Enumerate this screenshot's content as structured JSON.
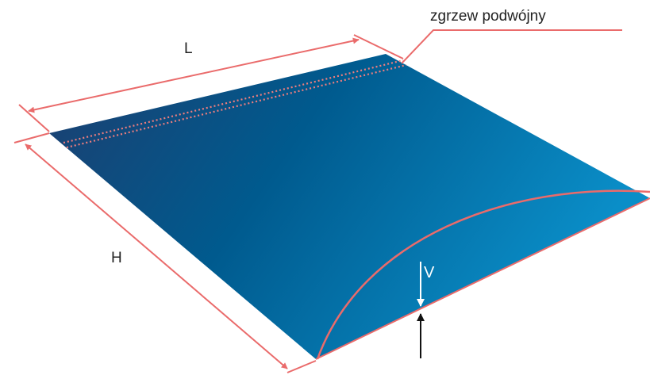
{
  "labels": {
    "weld": "zgrzew podwójny",
    "length": "L",
    "height": "H",
    "deflection": "V"
  },
  "colors": {
    "dimension_line": "#ea6b6b",
    "panel_dark": "#1d3e6f",
    "panel_mid": "#005a8e",
    "panel_light": "#0a8ec8",
    "weld_dots": "#ef7e7e",
    "arrow_down": "#ffffff",
    "arrow_up": "#111111",
    "text": "#222222"
  }
}
